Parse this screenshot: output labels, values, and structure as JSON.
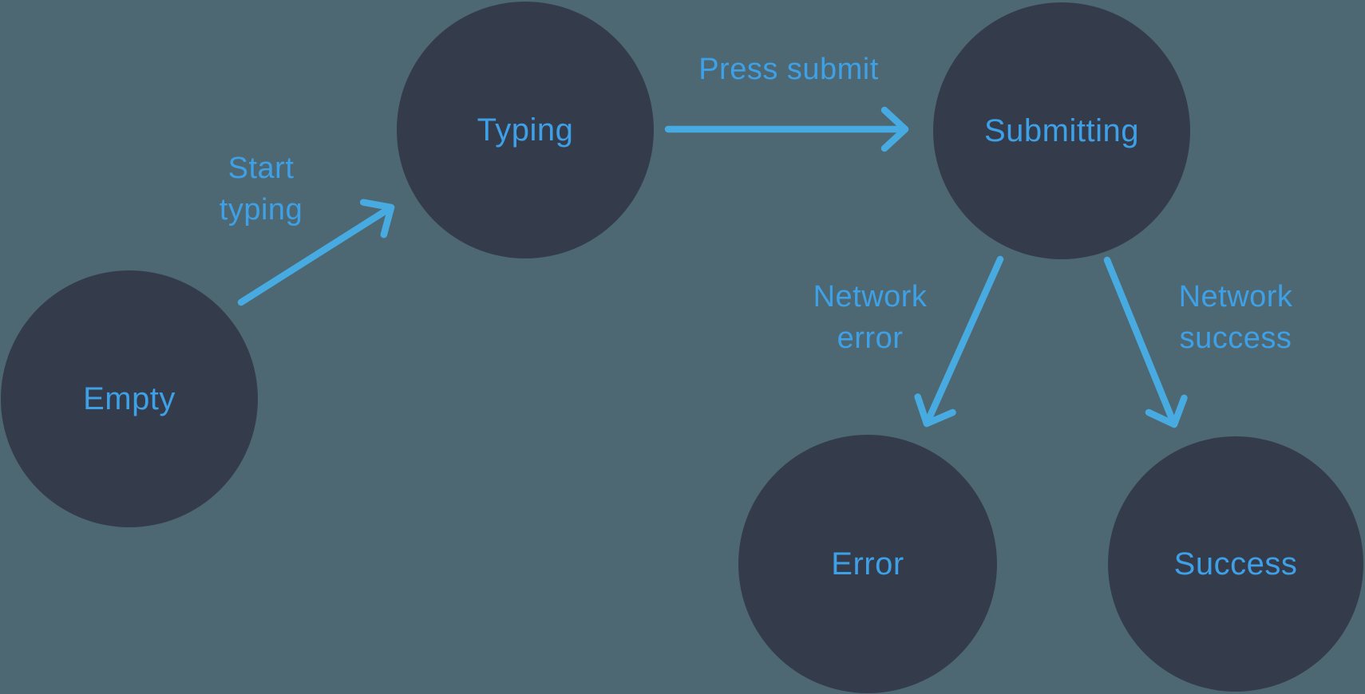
{
  "diagram": {
    "kind": "state-machine",
    "colors": {
      "background": "#4D6872",
      "node_fill": "#343C4C",
      "label_text": "#3EA0E6",
      "arrow": "#47AAE0"
    },
    "nodes": [
      {
        "id": "empty",
        "label": "Empty"
      },
      {
        "id": "typing",
        "label": "Typing"
      },
      {
        "id": "submitting",
        "label": "Submitting"
      },
      {
        "id": "error",
        "label": "Error"
      },
      {
        "id": "success",
        "label": "Success"
      }
    ],
    "transitions": [
      {
        "from": "empty",
        "to": "typing",
        "label": "Start typing",
        "label_lines": [
          "Start",
          "typing"
        ]
      },
      {
        "from": "typing",
        "to": "submitting",
        "label": "Press submit",
        "label_lines": [
          "Press submit"
        ]
      },
      {
        "from": "submitting",
        "to": "error",
        "label": "Network error",
        "label_lines": [
          "Network",
          "error"
        ]
      },
      {
        "from": "submitting",
        "to": "success",
        "label": "Network success",
        "label_lines": [
          "Network",
          "success"
        ]
      }
    ]
  }
}
